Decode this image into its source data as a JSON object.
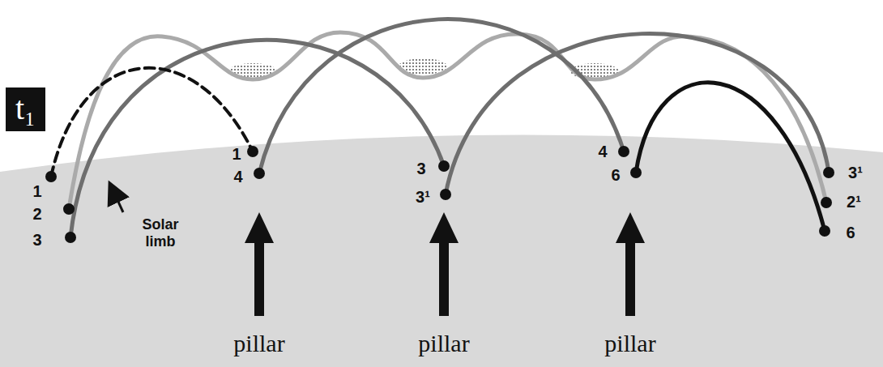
{
  "diagram": {
    "nodes": [
      {
        "text": [
          "t₁"
        ]
      }
    ],
    "labels": [
      "1",
      "2",
      "3",
      "Solar limb",
      "1",
      "4",
      "3",
      "3¹",
      "4",
      "6",
      "3¹",
      "2¹",
      "6",
      "pillar",
      "pillar",
      "pillar"
    ]
  }
}
